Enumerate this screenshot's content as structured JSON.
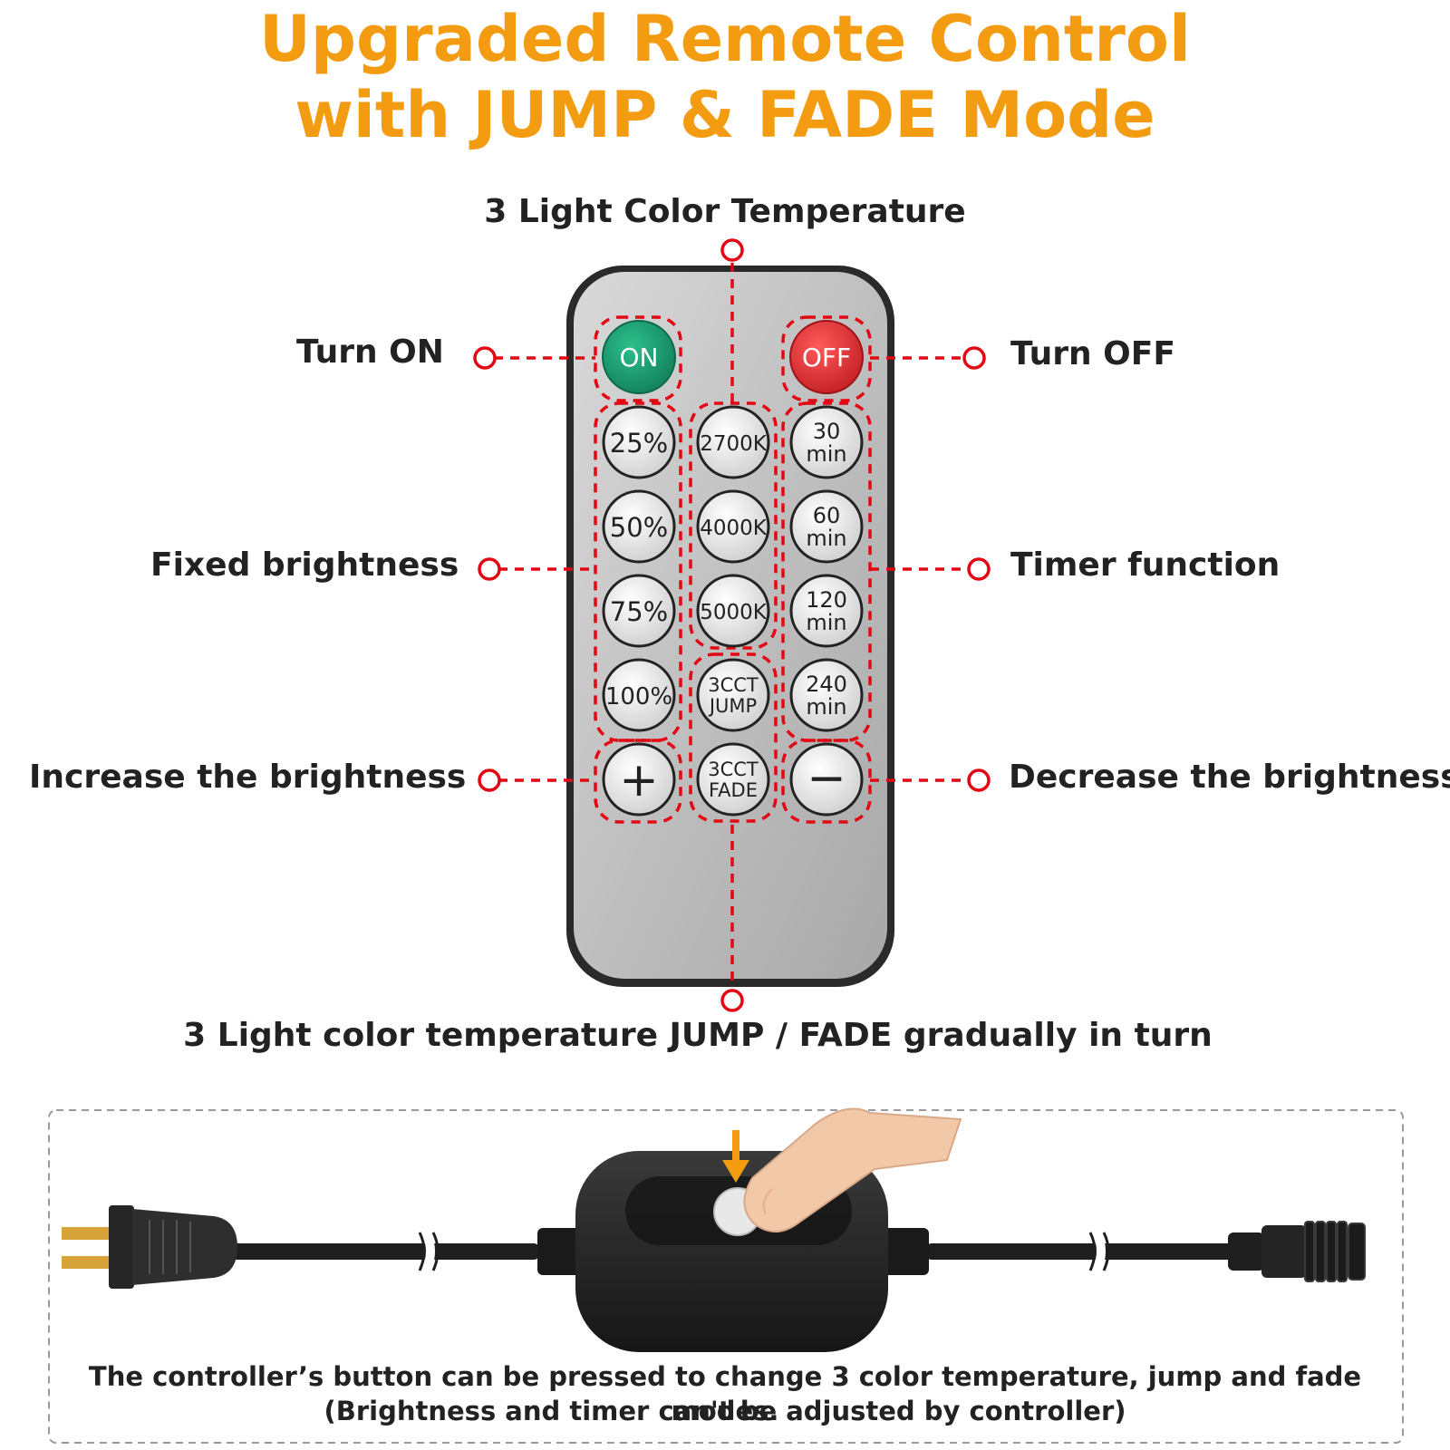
{
  "header": {
    "title_line1": "Upgraded Remote Control",
    "title_line2": "with JUMP & FADE Mode"
  },
  "callouts": {
    "top": "3 Light Color Temperature",
    "turn_on": "Turn ON",
    "turn_off": "Turn OFF",
    "fixed_brightness": "Fixed brightness",
    "timer_function": "Timer function",
    "increase": "Increase the brightness",
    "decrease": "Decrease the brightness",
    "bottom": "3 Light color temperature JUMP / FADE gradually in turn"
  },
  "remote": {
    "on_label": "ON",
    "off_label": "OFF",
    "brightness": [
      "25%",
      "50%",
      "75%",
      "100%"
    ],
    "color_temps": [
      "2700K",
      "4000K",
      "5000K"
    ],
    "jump": [
      "3CCT",
      "JUMP"
    ],
    "fade": [
      "3CCT",
      "FADE"
    ],
    "timers": [
      [
        "30",
        "min"
      ],
      [
        "60",
        "min"
      ],
      [
        "120",
        "min"
      ],
      [
        "240",
        "min"
      ]
    ],
    "plus": "+",
    "minus": "−"
  },
  "controller": {
    "caption_line1": "The controller’s button can be pressed to change 3 color temperature, jump and fade modes.",
    "caption_line2": "(Brightness and timer can't be adjusted by controller)"
  },
  "colors": {
    "title": "#f39c12",
    "on_button": "#1a9e73",
    "off_button": "#e0363a",
    "callout_red": "#e30613",
    "arrow": "#f39c12"
  }
}
